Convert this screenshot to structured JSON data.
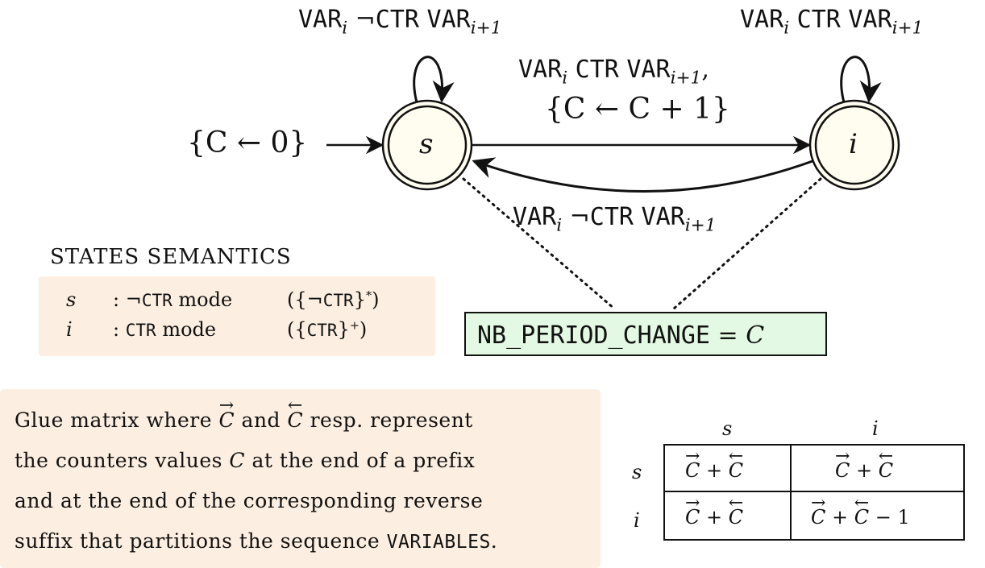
{
  "automaton": {
    "states": [
      {
        "id": "s",
        "label": "s"
      },
      {
        "id": "i",
        "label": "i"
      }
    ],
    "initial_label": "{C ← 0}",
    "loop_s": {
      "var": "VAR",
      "sub_i": "i",
      "neg": "¬",
      "ctr": "CTR",
      "sub_next": "i+1"
    },
    "loop_i": {
      "var": "VAR",
      "sub_i": "i",
      "ctr": "CTR",
      "sub_next": "i+1"
    },
    "s_to_i": {
      "var": "VAR",
      "sub_i": "i",
      "ctr": "CTR",
      "sub_next": "i+1",
      "comma": ",",
      "update": "{C ← C + 1}"
    },
    "i_to_s": {
      "var": "VAR",
      "sub_i": "i",
      "neg": "¬",
      "ctr": "CTR",
      "sub_next": "i+1"
    }
  },
  "states_semantics": {
    "title": "STATES SEMANTICS",
    "rows": [
      {
        "state": "s",
        "colon": ":",
        "neg": "¬",
        "ctr": "CTR",
        "mode": "mode",
        "regex_open": "({¬",
        "regex_ctr": "CTR",
        "regex_close": "}",
        "regex_sup": "*",
        "regex_end": ")"
      },
      {
        "state": "i",
        "colon": ":",
        "neg": "",
        "ctr": "CTR",
        "mode": "mode",
        "regex_open": "({",
        "regex_ctr": "CTR",
        "regex_close": "}",
        "regex_sup": "+",
        "regex_end": ")"
      }
    ]
  },
  "result": {
    "name": "NB_PERIOD_CHANGE",
    "eq": "=",
    "value": "C"
  },
  "glue_text": {
    "line1_a": "Glue matrix where",
    "line1_b": "and",
    "line1_c": "resp.  represent",
    "line2": "the counters values",
    "line2_var": "C",
    "line2_b": "at the end of a prefix",
    "line3": "and at the end of the corresponding reverse",
    "line4": "suffix that partitions the sequence",
    "line4_mono": "VARIABLES",
    "line4_end": "."
  },
  "glue_matrix": {
    "col_headers": [
      "s",
      "i"
    ],
    "row_headers": [
      "s",
      "i"
    ],
    "cells": [
      [
        "C + C",
        "C + C"
      ],
      [
        "C + C",
        "C + C − 1"
      ]
    ]
  },
  "colors": {
    "state_fill": "#fffdf0",
    "semantics_bg": "#fcefe1",
    "result_bg": "#e3f9e3"
  }
}
